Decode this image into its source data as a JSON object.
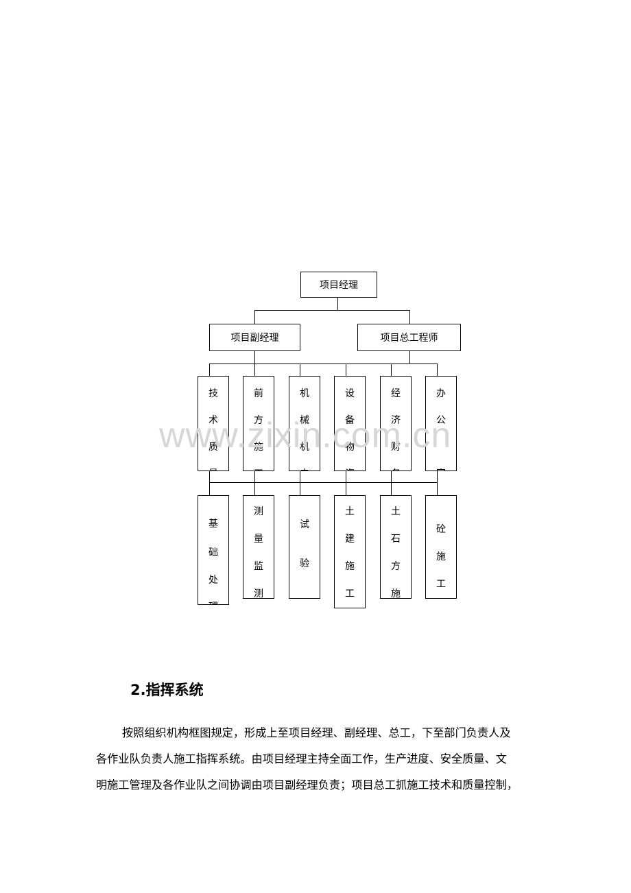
{
  "org_chart": {
    "top": "项目经理",
    "level2": [
      "项目副经理",
      "项目总工程师"
    ],
    "departments": [
      [
        "技",
        "术",
        "质",
        "量"
      ],
      [
        "前",
        "方",
        "施",
        "工"
      ],
      [
        "机",
        "械",
        "机",
        "电"
      ],
      [
        "设",
        "备",
        "物",
        "资"
      ],
      [
        "经",
        "济",
        "财",
        "务"
      ],
      [
        "办",
        "公",
        "室"
      ]
    ],
    "teams": [
      [
        "基",
        "础",
        "处",
        "理"
      ],
      [
        "测",
        "量",
        "监",
        "测"
      ],
      [
        "试",
        "验"
      ],
      [
        "土",
        "建",
        "施",
        "工"
      ],
      [
        "土",
        "石",
        "方",
        "施"
      ],
      [
        "砼",
        "施",
        "工"
      ]
    ]
  },
  "watermark": "www.zixin.com.cn",
  "section": {
    "heading": "2.指挥系统",
    "lines": [
      "按照组织机构框图规定，形成上至项目经理、副经理、总工，下至部门负责人及",
      "各作业队负责人施工指挥系统。由项目经理主持全面工作，生产进度、安全质量、文",
      "明施工管理及各作业队之间协调由项目副经理负责；项目总工抓施工技术和质量控制，"
    ]
  }
}
